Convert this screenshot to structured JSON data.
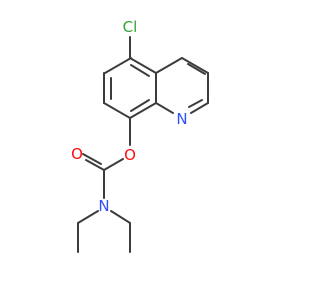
{
  "molecule": {
    "atoms": [
      {
        "id": "Cl",
        "symbol": "Cl",
        "color": "#32a432"
      },
      {
        "id": "O_ester",
        "symbol": "O",
        "color": "#ff0d0d"
      },
      {
        "id": "O_carbonyl",
        "symbol": "O",
        "color": "#ff0d0d"
      },
      {
        "id": "N_amine",
        "symbol": "N",
        "color": "#3050f8"
      },
      {
        "id": "N_ring",
        "symbol": "N",
        "color": "#3050f8"
      }
    ],
    "bond_color": "#3c3c3c"
  }
}
